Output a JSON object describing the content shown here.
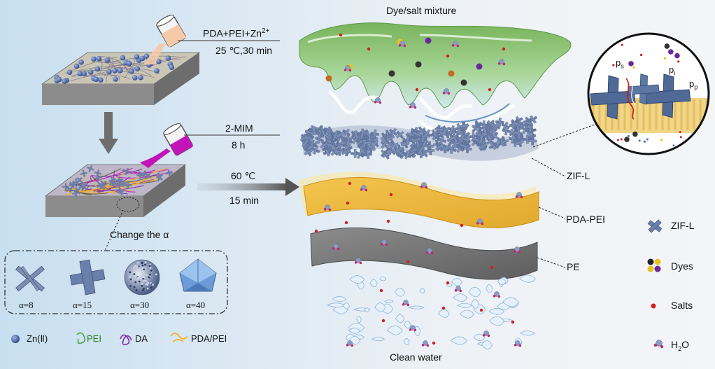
{
  "step1": {
    "reagents": "PDA+PEI+Zn",
    "reagents_sup": "2+",
    "conditions": "25 ℃,30 min"
  },
  "step2": {
    "reagent": "2-MIM",
    "time": "8 h"
  },
  "step3": {
    "temperature": "60 ℃",
    "time": "15 min"
  },
  "change_label": "Change the α",
  "alpha_values": [
    "α=8",
    "α=15",
    "α=30",
    "α=40"
  ],
  "top_title": "Dye/salt mixture",
  "bottom_title": "Clean water",
  "layers": {
    "zif": "ZIF-L",
    "pda": "PDA-PEI",
    "pe": "PE"
  },
  "zoom_labels": {
    "ps": "p",
    "ps_sub": "s",
    "pi": "p",
    "pi_sub": "i",
    "pp": "p",
    "pp_sub": "p"
  },
  "legend_bottom": [
    "Zn(Ⅱ)",
    "PEI",
    "DA",
    "PDA/PEI"
  ],
  "legend_right": [
    "ZIF-L",
    "Dyes",
    "Salts",
    "H",
    "2",
    "O"
  ],
  "colors": {
    "zif": "#6b7fa6",
    "pda": "#f0c34a",
    "pe": "#7a7a7a",
    "green": "#8cc06a",
    "magenta": "#c214b8",
    "salt": "#d11f1f"
  }
}
